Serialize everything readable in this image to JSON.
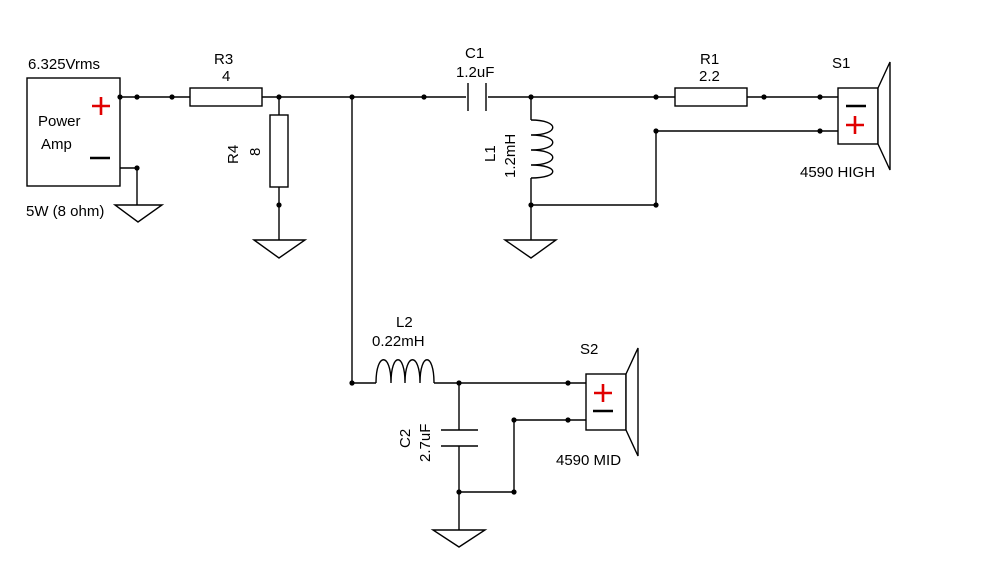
{
  "amplifier": {
    "voltage_label": "6.325Vrms",
    "name_line1": "Power",
    "name_line2": "Amp",
    "power_label": "5W (8 ohm)"
  },
  "components": {
    "r3": {
      "ref": "R3",
      "value": "4"
    },
    "r4": {
      "ref": "R4",
      "value": "8"
    },
    "c1": {
      "ref": "C1",
      "value": "1.2uF"
    },
    "l1": {
      "ref": "L1",
      "value": "1.2mH"
    },
    "r1": {
      "ref": "R1",
      "value": "2.2"
    },
    "l2": {
      "ref": "L2",
      "value": "0.22mH"
    },
    "c2": {
      "ref": "C2",
      "value": "2.7uF"
    }
  },
  "speakers": {
    "s1": {
      "ref": "S1",
      "model": "4590 HIGH"
    },
    "s2": {
      "ref": "S2",
      "model": "4590 MID"
    }
  },
  "colors": {
    "wire": "#000000",
    "polarity_plus": "#e00000",
    "background": "#ffffff"
  }
}
